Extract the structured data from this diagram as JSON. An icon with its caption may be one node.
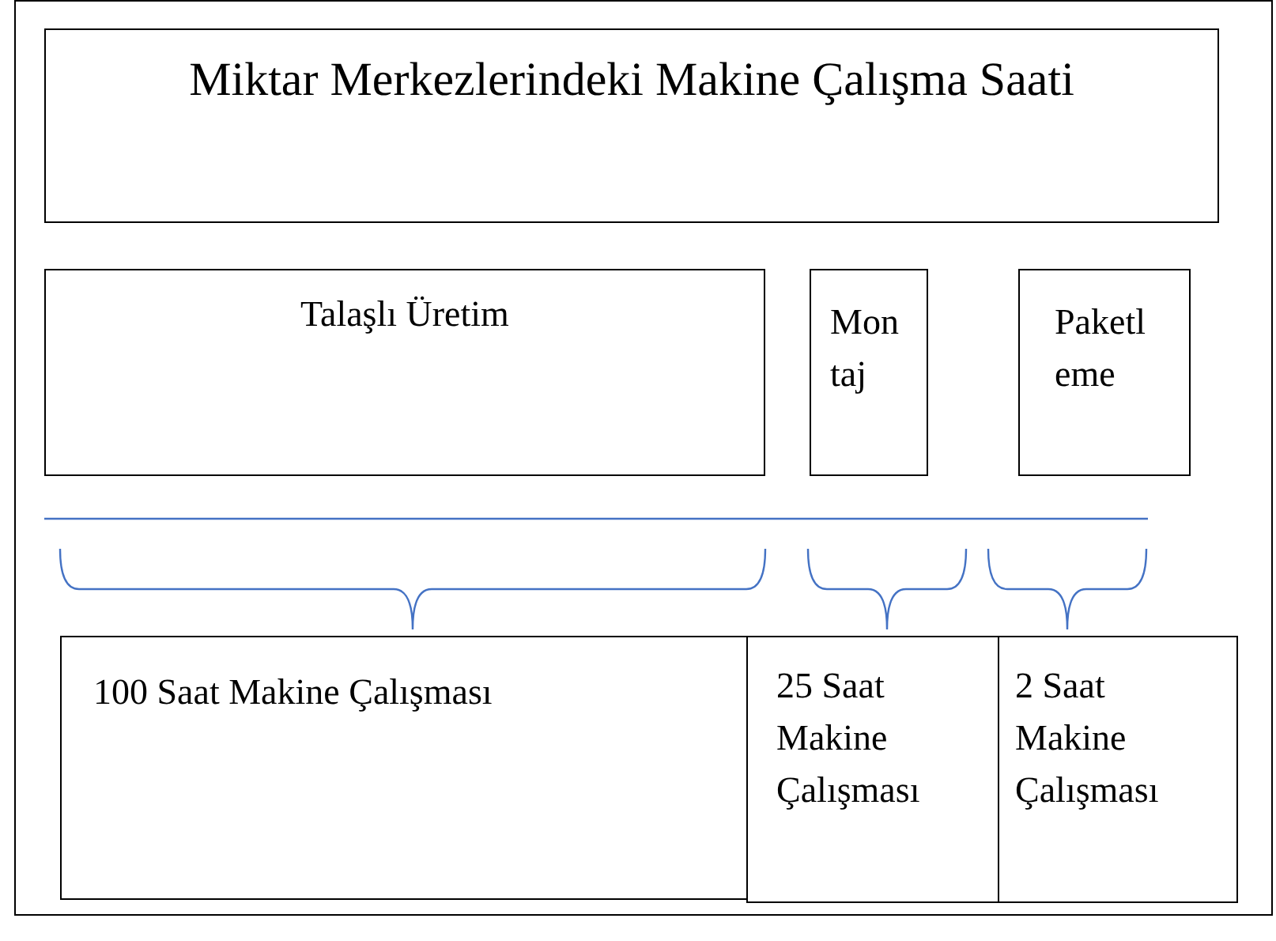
{
  "diagram": {
    "nodes": [
      {
        "text": [
          "Miktar Merkezlerindeki Makine Çalışma Saati"
        ]
      },
      {
        "text": [
          "Talaşlı Üretim"
        ]
      },
      {
        "text": [
          "Montaj"
        ]
      },
      {
        "text": [
          "Paketleme"
        ]
      },
      {
        "text": [
          "100 Saat Makine Çalışması"
        ]
      },
      {
        "text": [
          "25 Saat Makine Çalışması"
        ]
      },
      {
        "text": [
          "2 Saat Makine Çalışması"
        ]
      }
    ]
  }
}
